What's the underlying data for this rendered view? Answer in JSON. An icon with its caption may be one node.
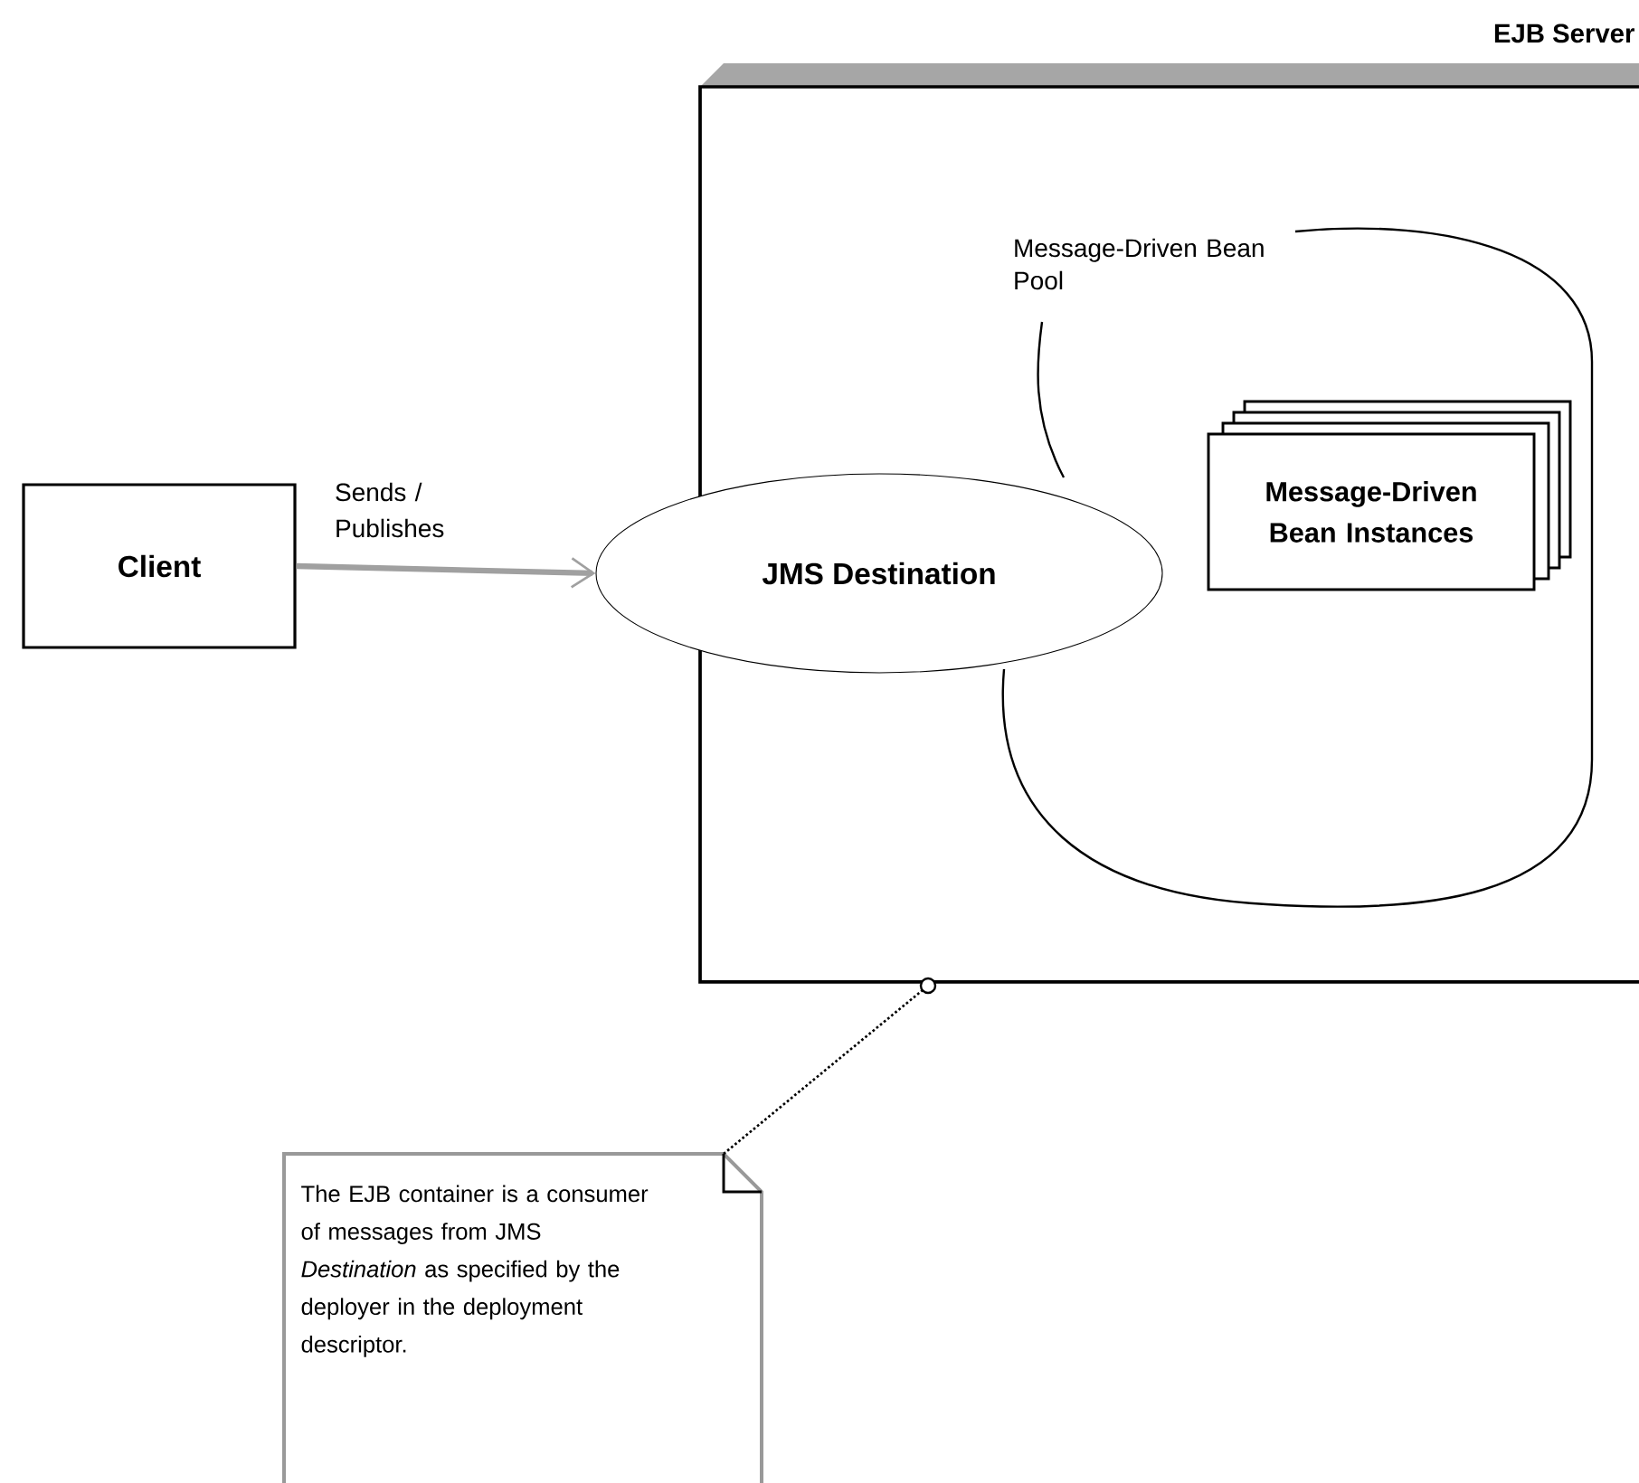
{
  "diagram": {
    "nodes": [
      {
        "text": [
          "EJB Server"
        ]
      },
      {
        "text": [
          "Client"
        ]
      },
      {
        "text": [
          "JMS Destination"
        ]
      },
      {
        "text": [
          "Message-Driven Bean Pool"
        ],
        "in": 0
      },
      {
        "text": [
          "Message-Driven Bean Instances"
        ],
        "in": 3
      },
      {
        "text": [
          "The EJB container is a consumer of messages from JMS *Destination* as specified by the deployer in the deployment descriptor."
        ]
      }
    ],
    "edges": [
      {
        "from": 1,
        "to": 2,
        "arrow": "to",
        "label": "Sends / Publishes",
        "style": "thick",
        "color": "#a0a0a0"
      },
      {
        "from": 5,
        "to": 0,
        "arrow": "other",
        "style": "dashed",
        "color": "#000000"
      }
    ]
  }
}
